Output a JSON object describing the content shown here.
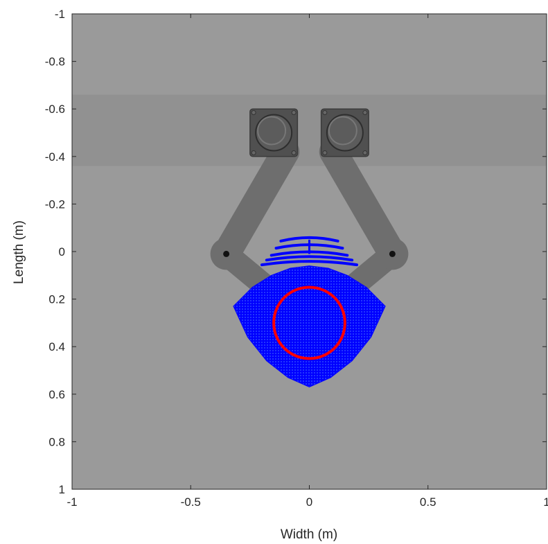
{
  "chart_data": {
    "type": "scatter",
    "xlabel": "Width (m)",
    "ylabel": "Length (m)",
    "xlim": [
      -1,
      1
    ],
    "ylim": [
      -1,
      1
    ],
    "y_axis_reversed": true,
    "grid": false,
    "legend": "none",
    "x_ticks": [
      "-1",
      "-0.5",
      "0",
      "0.5",
      "1"
    ],
    "y_ticks": [
      "-1",
      "-0.8",
      "-0.6",
      "-0.4",
      "-0.2",
      "0",
      "0.2",
      "0.4",
      "0.6",
      "0.8",
      "1"
    ],
    "series": [
      {
        "kind": "workspace-points",
        "color": "#0000ff",
        "region_outline": [
          [
            -0.32,
            0.23
          ],
          [
            -0.24,
            0.15
          ],
          [
            -0.16,
            0.1
          ],
          [
            -0.08,
            0.07
          ],
          [
            0.0,
            0.06
          ],
          [
            0.08,
            0.07
          ],
          [
            0.16,
            0.1
          ],
          [
            0.24,
            0.15
          ],
          [
            0.32,
            0.23
          ],
          [
            0.26,
            0.36
          ],
          [
            0.18,
            0.46
          ],
          [
            0.09,
            0.53
          ],
          [
            0.0,
            0.57
          ],
          [
            -0.09,
            0.53
          ],
          [
            -0.18,
            0.46
          ],
          [
            -0.26,
            0.36
          ]
        ],
        "top_arcs": [
          {
            "y": -0.05,
            "half_width": 0.12
          },
          {
            "y": -0.02,
            "half_width": 0.14
          },
          {
            "y": 0.01,
            "half_width": 0.16
          },
          {
            "y": 0.03,
            "half_width": 0.18
          },
          {
            "y": 0.05,
            "half_width": 0.2
          }
        ]
      },
      {
        "kind": "target-circle",
        "color": "#ff0000",
        "center": [
          0.0,
          0.3
        ],
        "radius": 0.15
      }
    ],
    "robot": {
      "motor_centers": [
        [
          -0.15,
          -0.5
        ],
        [
          0.15,
          -0.5
        ]
      ],
      "motor_half_size": 0.1,
      "elbows": [
        [
          -0.35,
          0.01
        ],
        [
          0.35,
          0.01
        ]
      ],
      "end_effector": [
        0.0,
        0.3
      ],
      "colors": {
        "background": "#9a9a9a",
        "band": "#8f8f8f",
        "arm": "#6e6e6e",
        "motor": "#505050"
      }
    }
  }
}
